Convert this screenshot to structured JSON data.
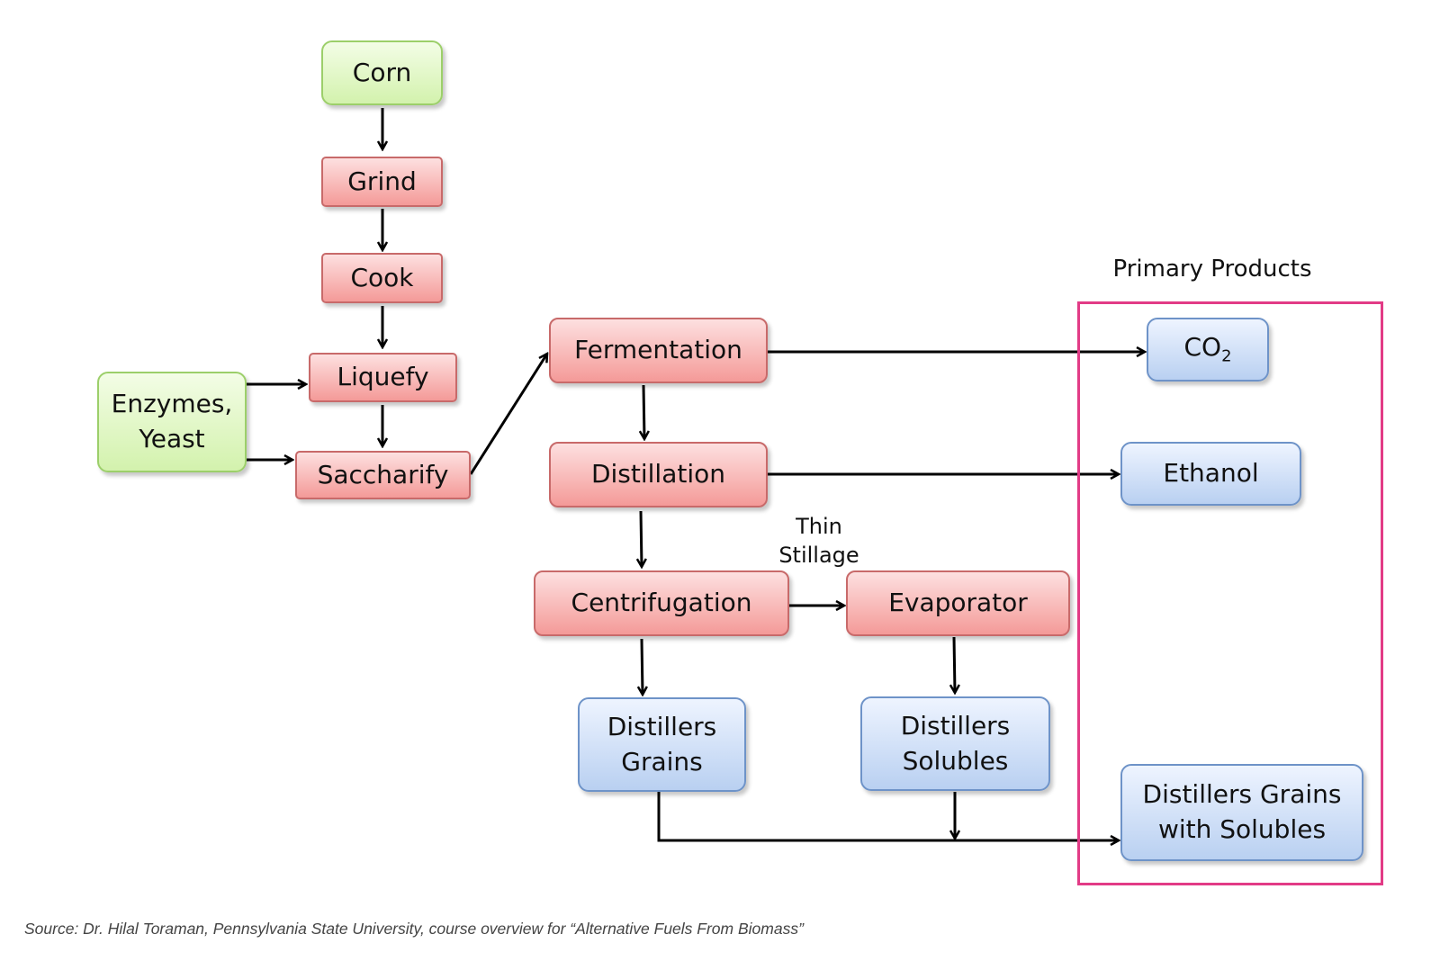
{
  "diagram": {
    "nodes": {
      "corn": "Corn",
      "grind": "Grind",
      "cook": "Cook",
      "liquefy": "Liquefy",
      "saccharify": "Saccharify",
      "enzymes_line1": "Enzymes,",
      "enzymes_line2": "Yeast",
      "fermentation": "Fermentation",
      "distillation": "Distillation",
      "centrifugation": "Centrifugation",
      "evaporator": "Evaporator",
      "distillers_grains_line1": "Distillers",
      "distillers_grains_line2": "Grains",
      "distillers_solubles_line1": "Distillers",
      "distillers_solubles_line2": "Solubles",
      "co2_main": "CO",
      "co2_sub": "2",
      "ethanol": "Ethanol",
      "ddgs_line1": "Distillers Grains",
      "ddgs_line2": "with Solubles"
    },
    "labels": {
      "thin_stillage_line1": "Thin",
      "thin_stillage_line2": "Stillage",
      "primary_products": "Primary Products"
    },
    "colors": {
      "input_fill": "#d3f2ad",
      "process_fill": "#f49a98",
      "product_fill": "#b9d0f1",
      "highlight_border": "#e23b86",
      "arrow": "#000000"
    }
  },
  "caption": "Source: Dr. Hilal Toraman, Pennsylvania State University, course overview for “Alternative Fuels From Biomass”"
}
